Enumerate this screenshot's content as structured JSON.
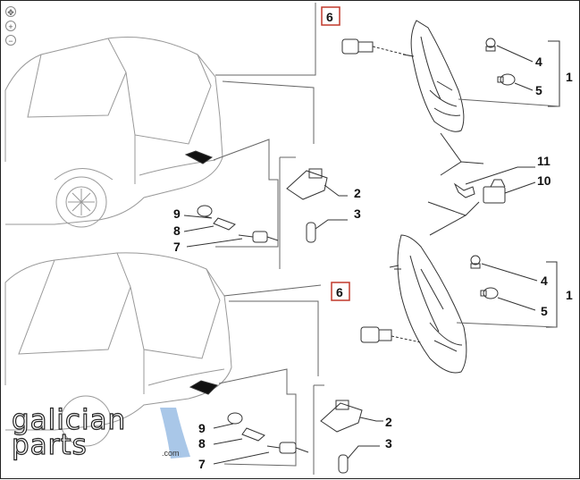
{
  "diagram": {
    "callouts_top": {
      "part6": "6",
      "part4": "4",
      "part5": "5",
      "part1": "1",
      "part11": "11",
      "part10": "10",
      "part2": "2",
      "part3": "3",
      "part9": "9",
      "part8": "8",
      "part7": "7"
    },
    "callouts_bottom": {
      "part4": "4",
      "part5": "5",
      "part1": "1",
      "part6": "6",
      "part2": "2",
      "part3": "3",
      "part9": "9",
      "part8": "8",
      "part7": "7"
    },
    "highlight_color": "#c0392b",
    "line_color": "#222222"
  },
  "viewer_controls": {
    "pan_icon": "move-icon",
    "zoom_in": "+",
    "zoom_out": "−"
  },
  "logo": {
    "line1": "galician",
    "line2": "parts",
    "domain": ".com",
    "accent_color": "#a9c7e8"
  }
}
